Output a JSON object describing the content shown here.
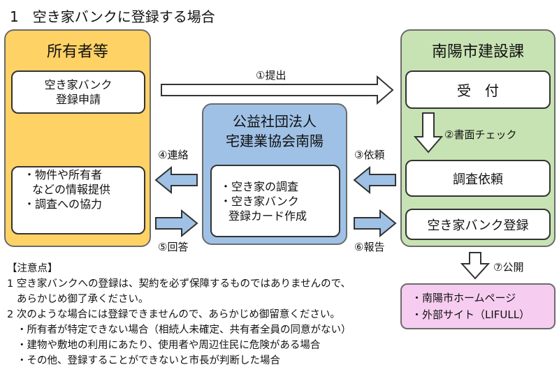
{
  "title": "1　空き家バンクに登録する場合",
  "owner": {
    "title": "所有者等",
    "apply_line1": "空き家バンク",
    "apply_line2": "登録申請",
    "info_line1": "・物件や所有者",
    "info_line2": "などの情報提供",
    "info_line3": "・調査への協力"
  },
  "association": {
    "title_line1": "公益社団法人",
    "title_line2": "宅建業協会南陽",
    "task_line1": "・空き家の調査",
    "task_line2": "・空き家バンク",
    "task_line3": "登録カード作成"
  },
  "city": {
    "title": "南陽市建設課",
    "reception": "受　付",
    "survey_request": "調査依頼",
    "register": "空き家バンク登録"
  },
  "steps": {
    "submit": "①提出",
    "check": "②書面チェック",
    "request": "③依頼",
    "contact": "④連絡",
    "answer": "⑤回答",
    "report": "⑥報告",
    "publish": "⑦公開"
  },
  "publish": {
    "line1": "・南陽市ホームページ",
    "line2": "・外部サイト（LIFULL）"
  },
  "notes": {
    "heading": "【注意点】",
    "item1_line1": "1 空き家バンクへの登録は、契約を必ず保障するものではありませんので、",
    "item1_line2": "あらかじめ御了承ください。",
    "item2_line1": "2 次のような場合には登録できませんので、あらかじめ御留意ください。",
    "item2_b1": "・所有者が特定できない場合（相続人未確定、共有者全員の同意がない）",
    "item2_b2": "・建物や敷地の利用にあたり、使用者や周辺住民に危険がある場合",
    "item2_b3": "・その他、登録することができないと市長が判断した場合"
  }
}
